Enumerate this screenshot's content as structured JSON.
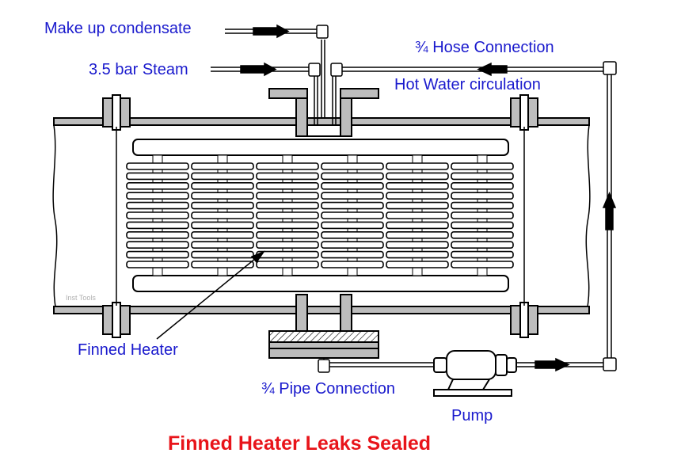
{
  "colors": {
    "label": "#1a1acd",
    "caption": "#e8141a",
    "line": "#000000",
    "shade": "#b8b8b8",
    "watermark": "#b0b0b0"
  },
  "labels": {
    "makeup_condensate": "Make up condensate",
    "steam": "3.5 bar Steam",
    "hose_connection": "¾ Hose Connection",
    "hot_water": "Hot Water circulation",
    "finned_heater": "Finned Heater",
    "pipe_connection": "¾ Pipe Connection",
    "pump": "Pump",
    "watermark": "Inst Tools"
  },
  "caption": "Finned Heater Leaks Sealed"
}
